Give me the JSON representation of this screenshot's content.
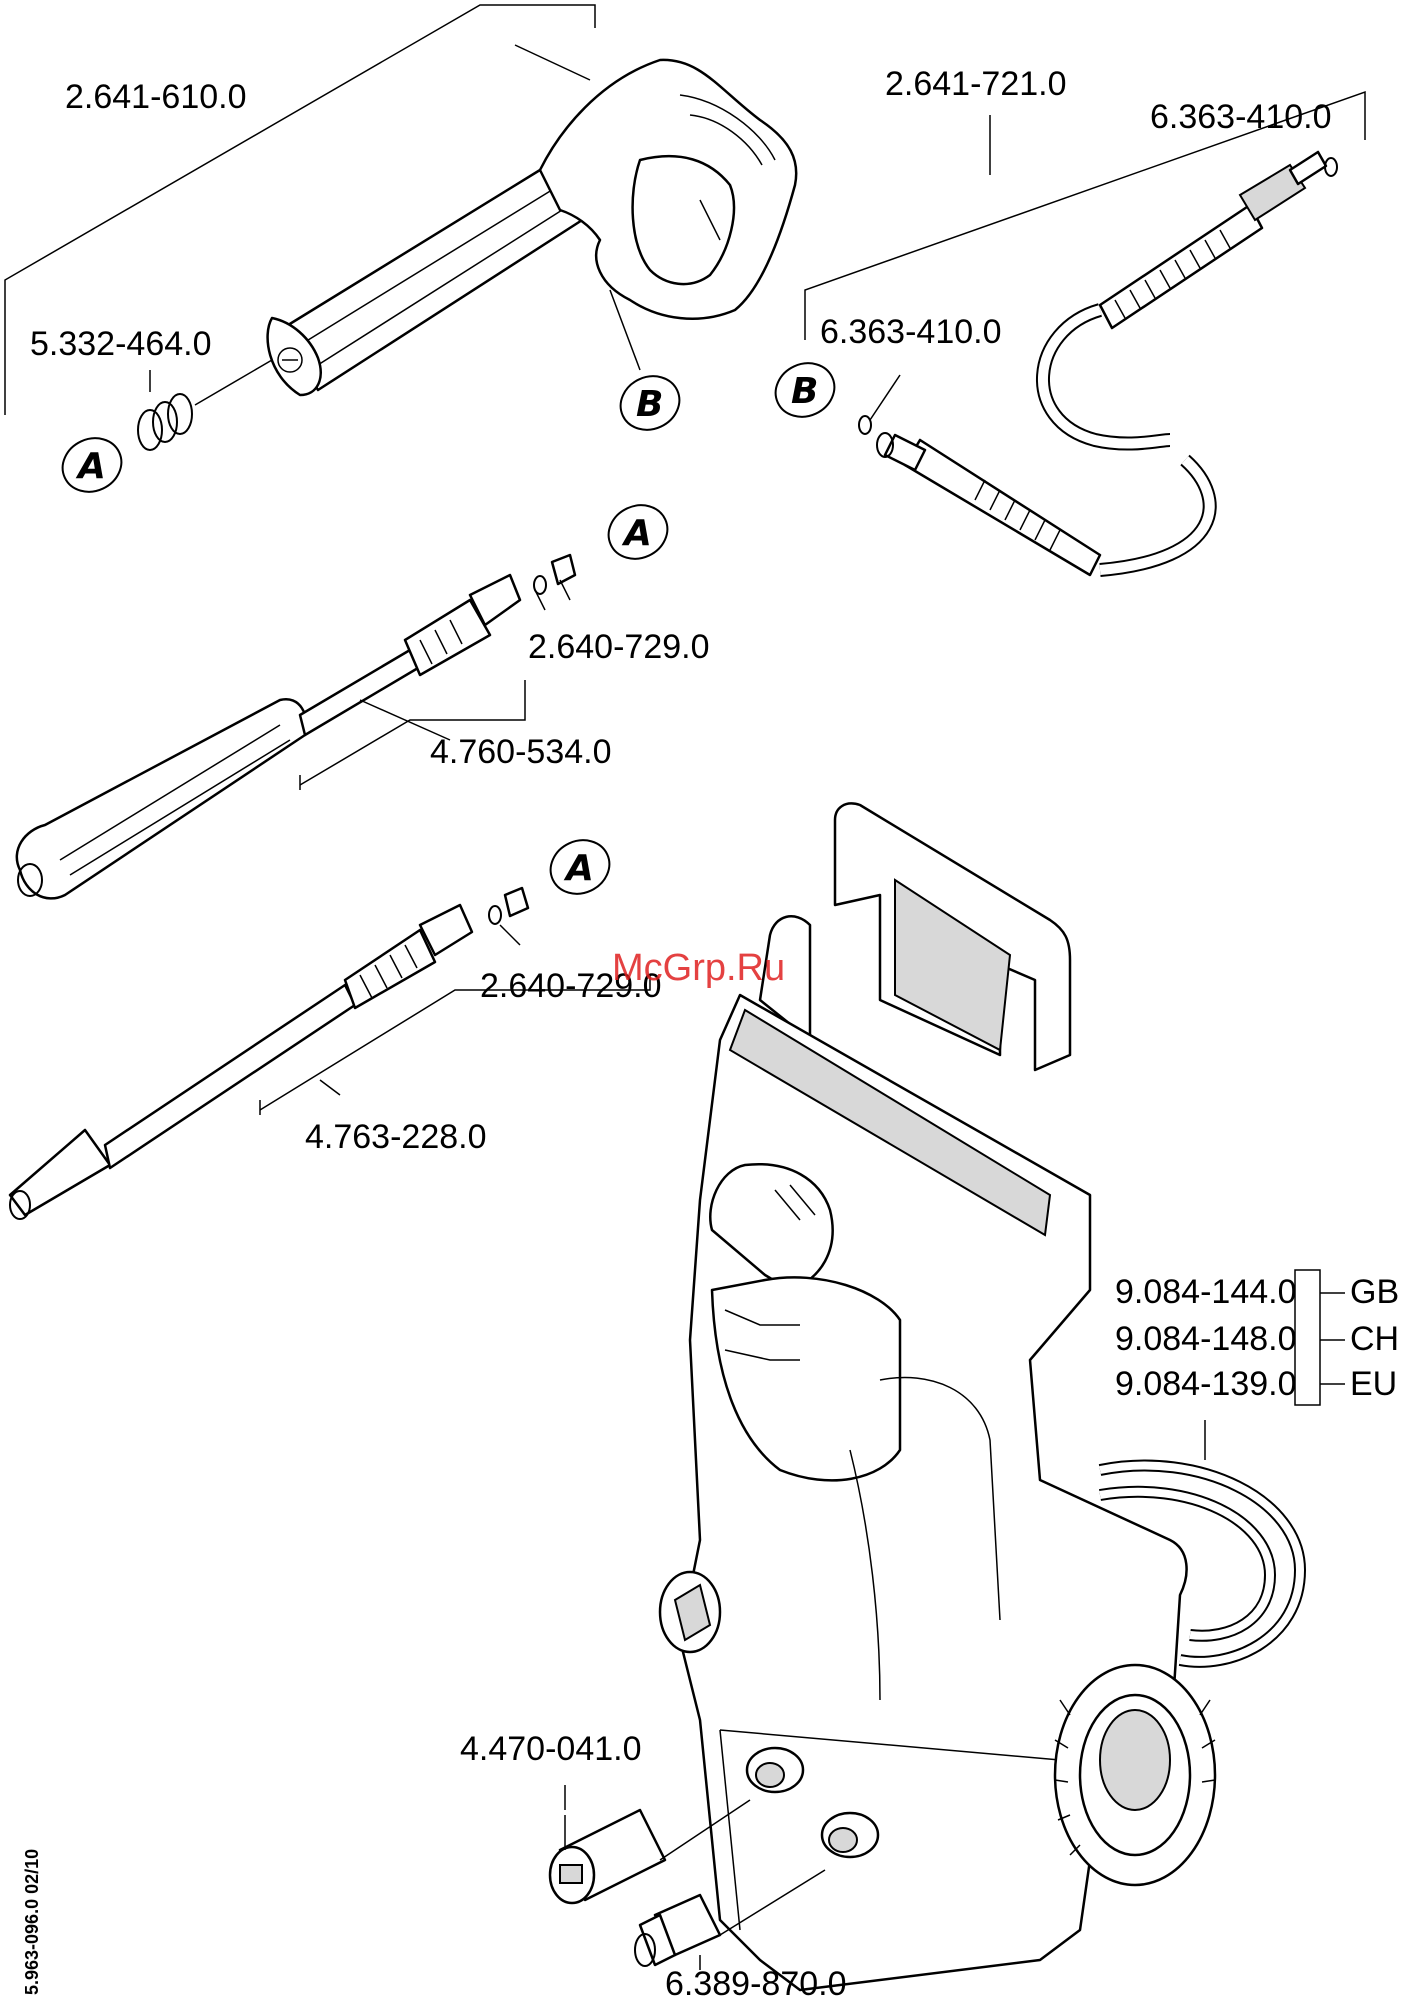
{
  "parts": {
    "gun": "2.641-610.0",
    "hose": "2.641-721.0",
    "oring_top": "6.363-410.0",
    "oring_mid": "6.363-410.0",
    "seal_set": "5.332-464.0",
    "nozzle_adapter_1": "2.640-729.0",
    "vario_lance": "4.760-534.0",
    "nozzle_adapter_2": "2.640-729.0",
    "dirt_blaster_lance": "4.763-228.0",
    "inlet_coupling": "4.470-041.0",
    "garden_coupling": "6.389-870.0",
    "cable_gb": "9.084-144.0",
    "cable_ch": "9.084-148.0",
    "cable_eu": "9.084-139.0"
  },
  "regions": {
    "gb": "GB",
    "ch": "CH",
    "eu": "EU"
  },
  "callouts": {
    "a1": "A",
    "a2": "A",
    "a3": "A",
    "b1": "B",
    "b2": "B"
  },
  "side_code": "5.963-096.0  02/10",
  "watermark": "McGrp.Ru"
}
